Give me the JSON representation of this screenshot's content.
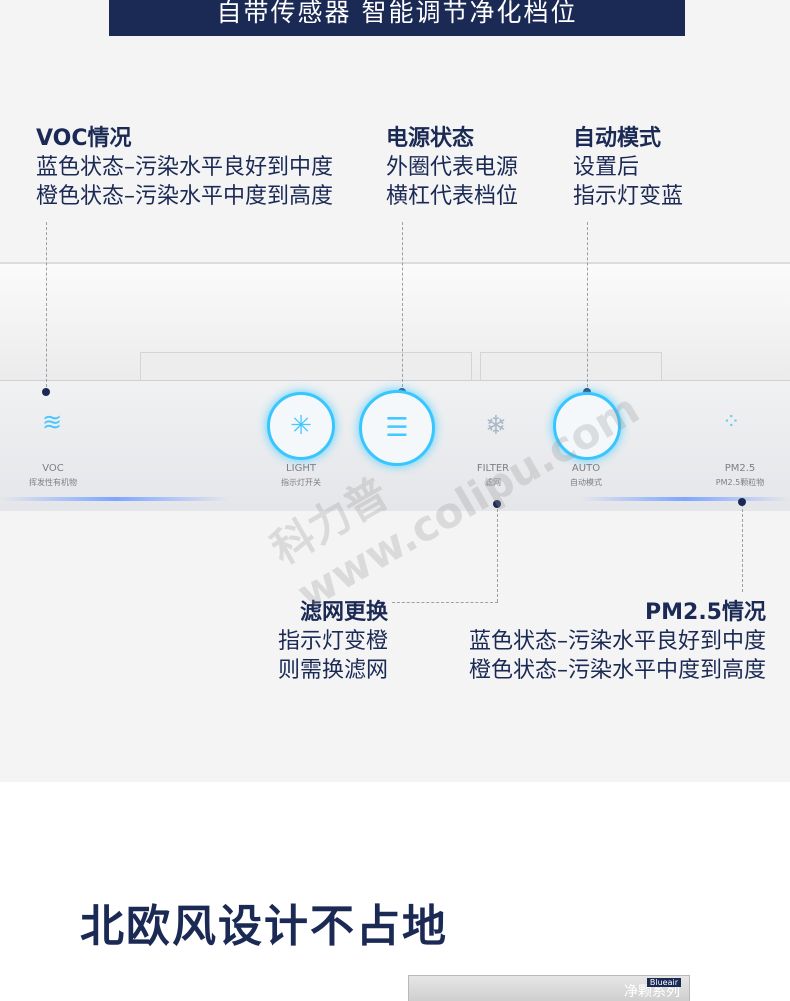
{
  "banner": {
    "text": "自带传感器 智能调节净化档位"
  },
  "annotations": {
    "voc": {
      "title": "VOC情况",
      "line1": "蓝色状态–污染水平良好到中度",
      "line2": "橙色状态–污染水平中度到高度"
    },
    "power": {
      "title": "电源状态",
      "line1": "外圈代表电源",
      "line2": "横杠代表档位"
    },
    "auto": {
      "title": "自动模式",
      "line1": "设置后",
      "line2": "指示灯变蓝"
    },
    "filter": {
      "title": "滤网更换",
      "line1": "指示灯变橙",
      "line2": "则需换滤网"
    },
    "pm": {
      "title": "PM2.5情况",
      "line1": "蓝色状态–污染水平良好到中度",
      "line2": "橙色状态–污染水平中度到高度"
    }
  },
  "panel": {
    "voc": {
      "label": "VOC",
      "sub": "挥发性有机物"
    },
    "light": {
      "label": "LIGHT",
      "sub": "指示灯开关"
    },
    "filter": {
      "label": "FILTER",
      "sub": "滤网"
    },
    "auto": {
      "label": "AUTO",
      "sub": "自动模式"
    },
    "pm": {
      "label": "PM2.5",
      "sub": "PM2.5颗粒物"
    }
  },
  "watermark": {
    "line1": "科力普",
    "line2": "www.colipu.com"
  },
  "section": {
    "title": "北欧风设计不占地"
  },
  "product": {
    "brand": "Blueair",
    "text": "净颗系列"
  },
  "colors": {
    "navy": "#1b2a55",
    "glow": "#38c6ff"
  }
}
